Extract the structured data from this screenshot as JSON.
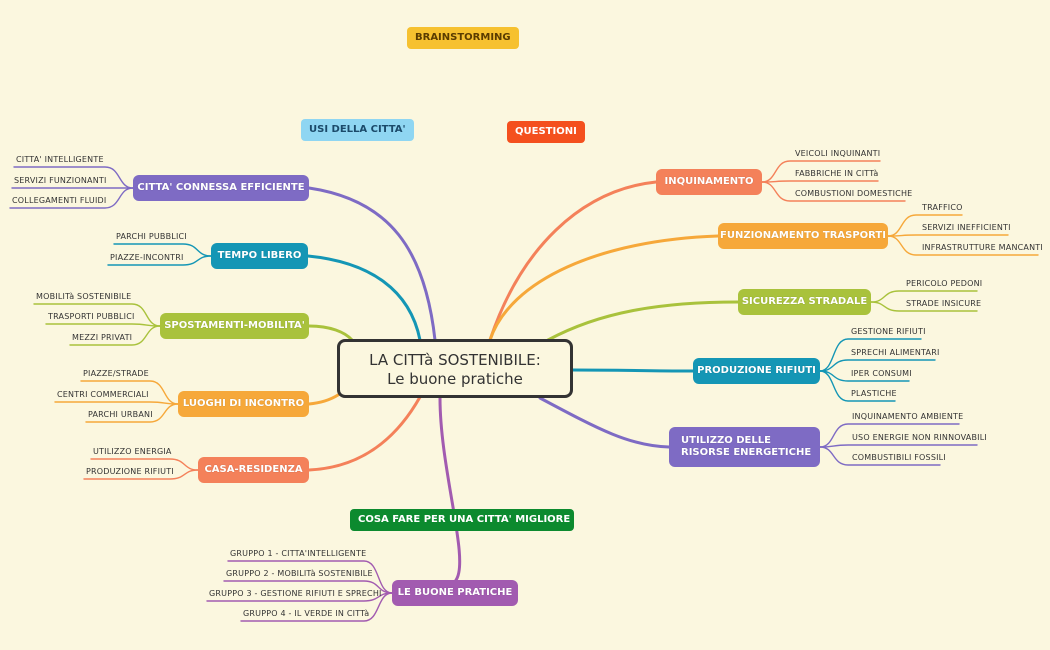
{
  "labels": {
    "brainstorming": "BRAINSTORMING",
    "usi": "USI DELLA CITTA'",
    "questioni": "QUESTIONI",
    "cosa_fare": "COSA FARE PER UNA CITTA' MIGLIORE"
  },
  "central": {
    "line1": "LA CITTà SOSTENIBILE:",
    "line2": "Le buone pratiche"
  },
  "left_branches": [
    {
      "title": "CITTA' CONNESSA EFFICIENTE",
      "color": "#7e6bc4",
      "items": [
        "CITTA' INTELLIGENTE",
        "SERVIZI FUNZIONANTI",
        "COLLEGAMENTI FLUIDI"
      ]
    },
    {
      "title": "TEMPO LIBERO",
      "color": "#1496b5",
      "items": [
        "PARCHI PUBBLICI",
        "PIAZZE-INCONTRI"
      ]
    },
    {
      "title": "SPOSTAMENTI-MOBILITA'",
      "color": "#a9c23c",
      "items": [
        "MOBILITà SOSTENIBILE",
        "TRASPORTI PUBBLICI",
        "MEZZI PRIVATI"
      ]
    },
    {
      "title": "LUOGHI DI INCONTRO",
      "color": "#f6a83a",
      "items": [
        "PIAZZE/STRADE",
        "CENTRI COMMERCIALI",
        "PARCHI URBANI"
      ]
    },
    {
      "title": "CASA-RESIDENZA",
      "color": "#f4815a",
      "items": [
        "UTILIZZO ENERGIA",
        "PRODUZIONE RIFIUTI"
      ]
    }
  ],
  "right_branches": [
    {
      "title": "INQUINAMENTO",
      "color": "#f4815a",
      "items": [
        "VEICOLI INQUINANTI",
        "FABBRICHE IN CITTà",
        "COMBUSTIONI DOMESTICHE"
      ]
    },
    {
      "title": "FUNZIONAMENTO TRASPORTI",
      "color": "#f6a83a",
      "items": [
        "TRAFFICO",
        "SERVIZI INEFFICIENTI",
        "INFRASTRUTTURE MANCANTI"
      ]
    },
    {
      "title": "SICUREZZA STRADALE",
      "color": "#a9c23c",
      "items": [
        "PERICOLO PEDONI",
        "STRADE INSICURE"
      ]
    },
    {
      "title": "PRODUZIONE RIFIUTI",
      "color": "#1496b5",
      "items": [
        "GESTIONE RIFIUTI",
        "SPRECHI ALIMENTARI",
        "IPER CONSUMI",
        "PLASTICHE"
      ]
    },
    {
      "title": "UTILIZZO DELLE RISORSE ENERGETICHE",
      "color": "#7e6bc4",
      "items": [
        "INQUINAMENTO AMBIENTE",
        "USO ENERGIE NON RINNOVABILI",
        "COMBUSTIBILI FOSSILI"
      ]
    }
  ],
  "bottom_branch": {
    "title": "LE BUONE PRATICHE",
    "color": "#a25bb0",
    "items": [
      "GRUPPO 1 - CITTA'INTELLIGENTE",
      "GRUPPO 2 - MOBILITà SOSTENIBILE",
      "GRUPPO 3 - GESTIONE RIFIUTI E SPRECHI",
      "GRUPPO 4 - IL VERDE IN CITTà"
    ]
  }
}
